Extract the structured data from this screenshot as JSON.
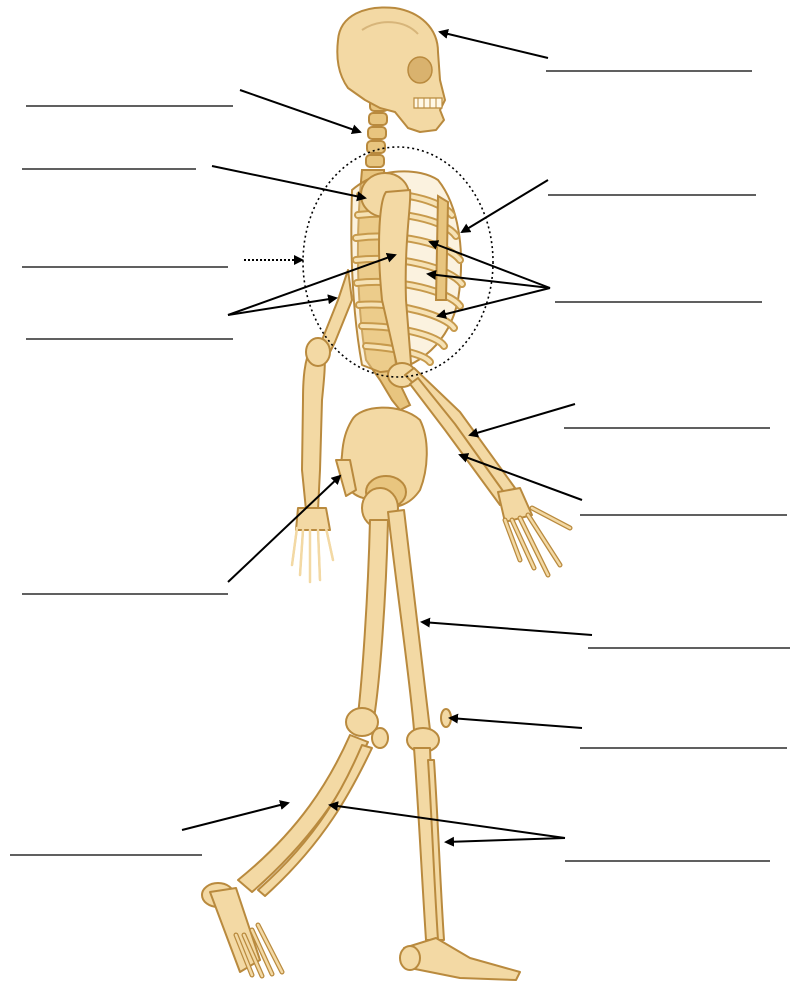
{
  "diagram": {
    "type": "skeleton-labeling-worksheet",
    "colors": {
      "bone": "#f3d9a4",
      "bone_outline": "#b98a3e",
      "blank_line": "#000000",
      "arrow": "#000000",
      "background": "#ffffff"
    },
    "label_blanks": [
      {
        "id": "skull",
        "text": ""
      },
      {
        "id": "neck-vertebrae",
        "text": ""
      },
      {
        "id": "shoulder",
        "text": ""
      },
      {
        "id": "ribcage-region",
        "text": ""
      },
      {
        "id": "upper-arm",
        "text": ""
      },
      {
        "id": "sternum",
        "text": ""
      },
      {
        "id": "ribs",
        "text": ""
      },
      {
        "id": "radius",
        "text": ""
      },
      {
        "id": "ulna",
        "text": ""
      },
      {
        "id": "pelvis",
        "text": ""
      },
      {
        "id": "femur",
        "text": ""
      },
      {
        "id": "kneecap",
        "text": ""
      },
      {
        "id": "shin-left",
        "text": ""
      },
      {
        "id": "shin-right",
        "text": ""
      }
    ]
  }
}
